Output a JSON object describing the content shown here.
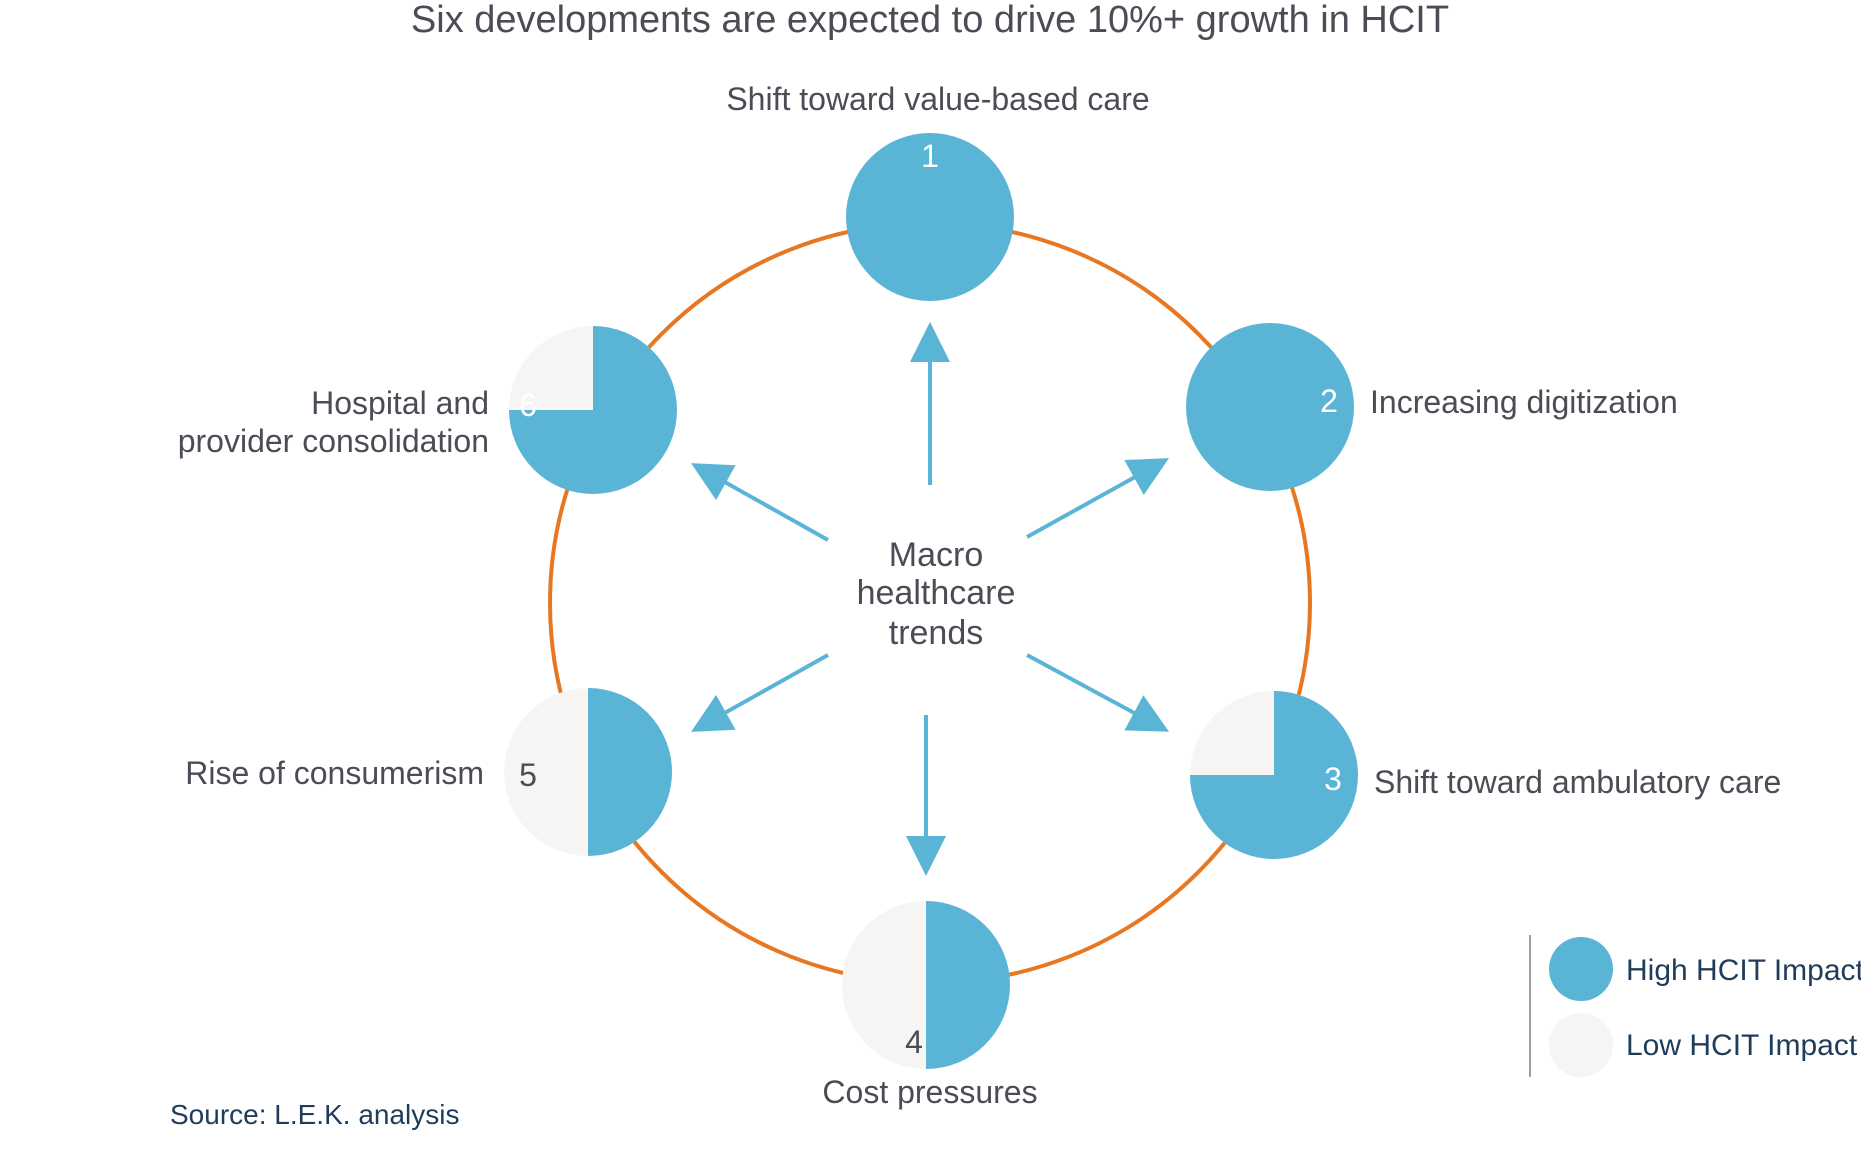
{
  "title": "Six developments are expected to drive 10%+ growth in HCIT",
  "center": {
    "lines": [
      "Macro",
      "healthcare",
      "trends"
    ]
  },
  "colors": {
    "high": "#5ab4d6",
    "low": "#f7f5f3",
    "ring": "#e87722",
    "arrow": "#5ab4d6"
  },
  "developments": [
    {
      "number": "1",
      "label_lines": [
        "Shift toward value-based care"
      ],
      "high_impact_fraction": 1.0
    },
    {
      "number": "2",
      "label_lines": [
        "Increasing digitization"
      ],
      "high_impact_fraction": 1.0
    },
    {
      "number": "3",
      "label_lines": [
        "Shift toward ambulatory care"
      ],
      "high_impact_fraction": 0.75
    },
    {
      "number": "4",
      "label_lines": [
        "Cost pressures"
      ],
      "high_impact_fraction": 0.5
    },
    {
      "number": "5",
      "label_lines": [
        "Rise of consumerism"
      ],
      "high_impact_fraction": 0.5
    },
    {
      "number": "6",
      "label_lines": [
        "Hospital and",
        "provider consolidation"
      ],
      "high_impact_fraction": 0.75
    }
  ],
  "legend": {
    "high_label": "High HCIT Impact",
    "low_label": "Low HCIT Impact"
  },
  "source": "Source: L.E.K. analysis"
}
